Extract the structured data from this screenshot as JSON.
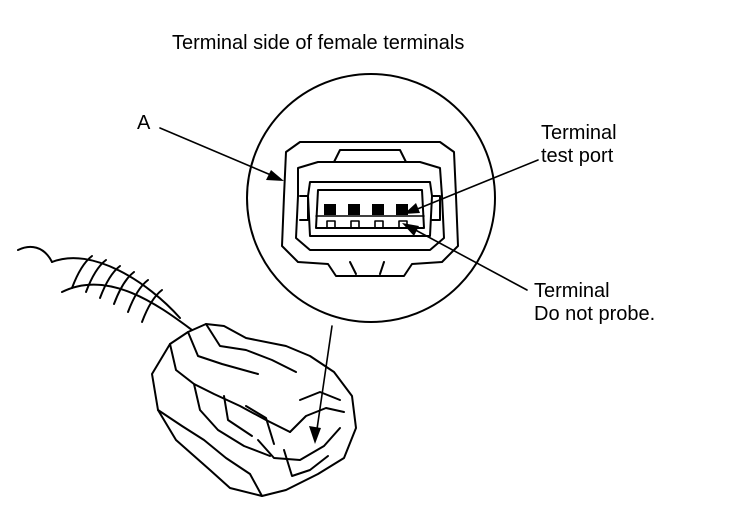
{
  "diagram": {
    "title": "Terminal side of female terminals",
    "callouts": {
      "a": "A",
      "test_port": [
        "Terminal",
        "test port"
      ],
      "do_not_probe": [
        "Terminal",
        "Do not probe."
      ]
    },
    "colors": {
      "ink": "#000000",
      "background": "#ffffff"
    }
  }
}
